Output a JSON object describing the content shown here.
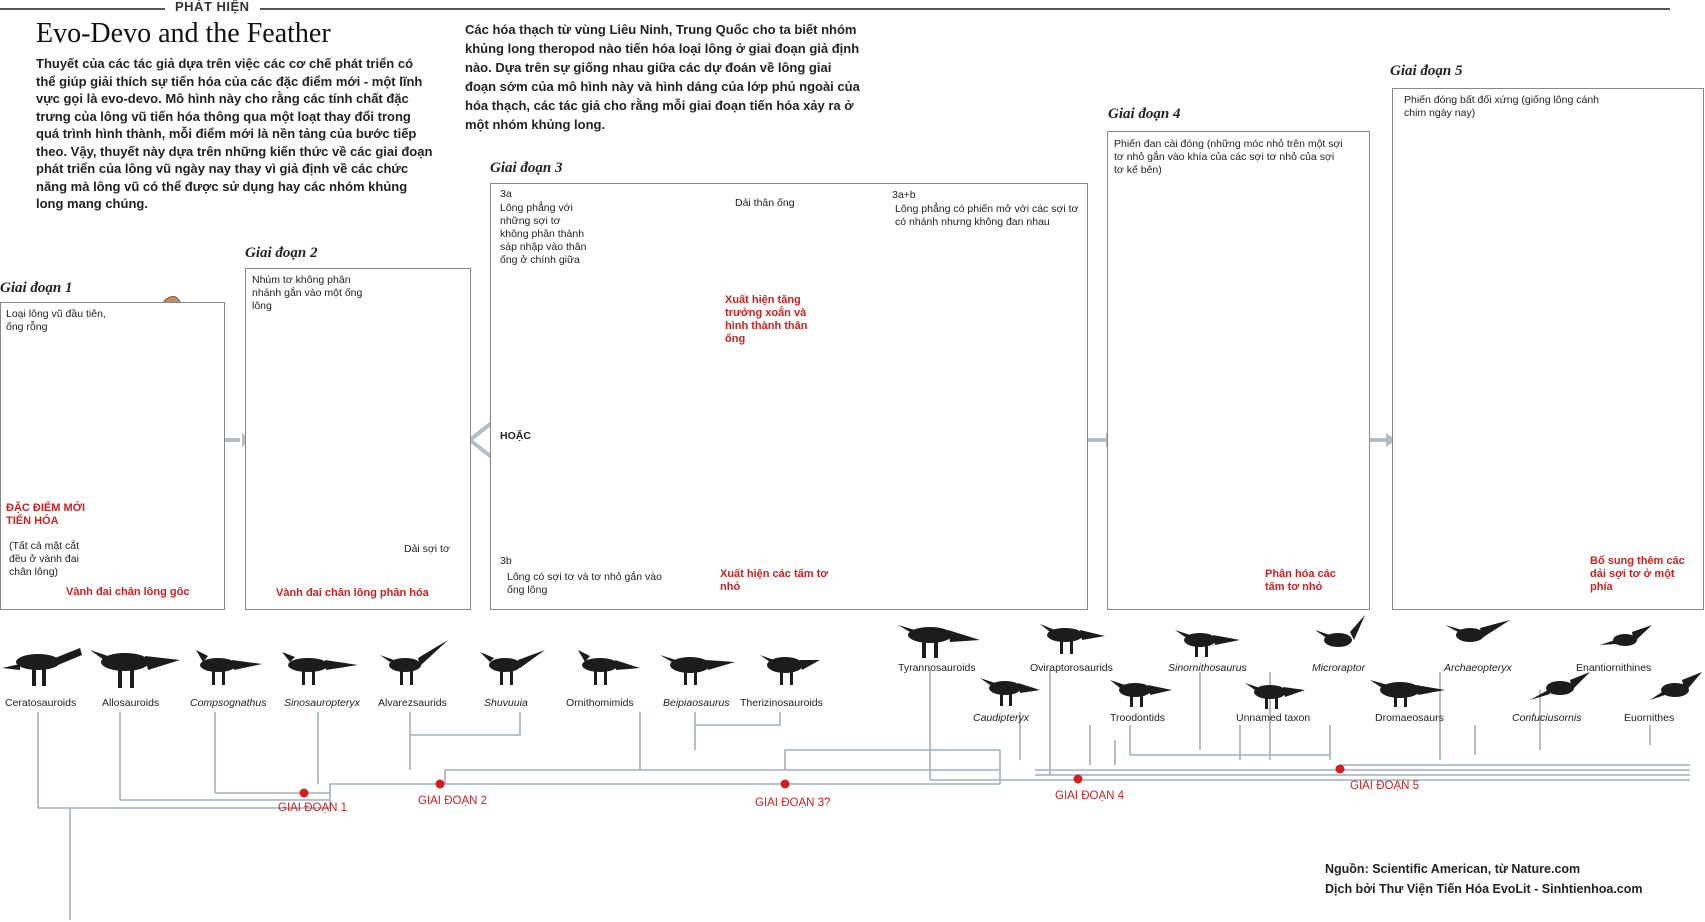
{
  "header": {
    "section": "PHÁT HIỆN",
    "title": "Evo-Devo and the Feather"
  },
  "intro_left": "Thuyết của các tác giả dựa trên việc các cơ chế phát triển có thể giúp giải thích sự tiến hóa của các đặc điểm mới - một lĩnh vực gọi là evo-devo. Mô hình này cho rằng các tính chất đặc trưng của lông vũ tiến hóa thông qua một loạt thay đổi trong quá trình hình thành, mỗi điểm mới là nền tảng của bước tiếp theo. Vậy, thuyết này dựa trên những kiến thức về các giai đoạn phát triển của lông vũ ngày nay thay vì giả định về các chức năng mà lông vũ có thể được sử dụng hay các nhóm khủng long mang chúng.",
  "intro_right": "Các hóa thạch từ vùng Liêu Ninh, Trung Quốc cho ta biết nhóm khủng long theropod nào tiến hóa loại lông ở giai đoạn giả định nào. Dựa trên sự giống nhau giữa các dự đoán về lông giai đoạn sớm của mô hình này và hình dáng của lớp phủ ngoài của hóa thạch, các tác giả cho rằng mỗi giai đoạn tiến hóa xảy ra ở một nhóm khủng long.",
  "stage1": {
    "title": "Giai đoạn",
    "num": "1",
    "desc": "Loại lông vũ đầu tiên, ống rỗng",
    "novelty": "ĐẶC ĐIỂM MỚI TIẾN HÓA",
    "note": "(Tất cả mặt cắt đều ở vành đai chân lông)",
    "bottom": "Vành đai chân lông gốc"
  },
  "stage2": {
    "title": "Giai đoạn",
    "num": "2",
    "desc": "Nhúm tơ không phân nhánh gắn vào một ống lông",
    "cross_label": "Dải sợi tơ",
    "bottom": "Vành đai chân lông phân hóa"
  },
  "stage3": {
    "title": "Giai đoạn",
    "num": "3",
    "a_label": "3a",
    "a_desc": "Lông phẳng với những sợi tơ không phân thành sáp nhập vào thân ống ở chính giữa",
    "a_cross_label": "Dải thân ống",
    "a_red": "Xuất hiện tăng trưởng xoắn và hình thành thân ống",
    "or": "HOẶC",
    "b_label": "3b",
    "b_desc": "Lông có sợi tơ và tơ nhỏ gắn vào ống lông",
    "b_red": "Xuất hiện các tấm tơ nhỏ",
    "ab_label": "3a+b",
    "ab_desc": "Lông phẳng có phiến mở với các sợi tơ có nhánh nhưng không đan nhau"
  },
  "stage4": {
    "title": "Giai đoạn",
    "num": "4",
    "desc": "Phiến đan cài đóng (những móc nhỏ trên một sợi tơ nhỏ gắn vào khía của các sợi tơ nhỏ của sợi tơ kế bên)",
    "red": "Phân hóa các tấm tơ nhỏ"
  },
  "stage5": {
    "title": "Giai đoạn",
    "num": "5",
    "desc": "Phiến đóng bất đối xứng (giống lông cánh chim ngày nay)",
    "red": "Bổ sung thêm các dải sợi tơ ở một phía"
  },
  "taxa": {
    "ceratosauroids": "Ceratosauroids",
    "allosauroids": "Allosauroids",
    "compsognathus": "Compsognathus",
    "sinosauropteryx": "Sinosauropteryx",
    "alvarezsaurids": "Alvarezsaurids",
    "shuvuuia": "Shuvuuia",
    "ornithomimids": "Ornithomimids",
    "beipiaosaurus": "Beipiaosaurus",
    "therizinosauroids": "Therizinosauroids",
    "tyrannosauroids": "Tyrannosauroids",
    "caudipteryx": "Caudipteryx",
    "oviraptorosaurids": "Oviraptorosaurids",
    "troodontids": "Troodontids",
    "sinornithosaurus": "Sinornithosaurus",
    "unnamed": "Unnamed taxon",
    "microraptor": "Microraptor",
    "dromaeosaurs": "Dromaeosaurs",
    "archaeopteryx": "Archaeopteryx",
    "confuciusornis": "Confuciusornis",
    "enantiornithines": "Enantiornithines",
    "euornithes": "Euornithes"
  },
  "tree_labels": {
    "g1": "GIAI ĐOẠN 1",
    "g2": "GIAI ĐOẠN 2",
    "g3": "GIAI ĐOẠN 3?",
    "g4": "GIAI ĐOẠN  4",
    "g5": "GIAI ĐOẠN  5"
  },
  "source": {
    "line1": "Nguồn: Scientific American, từ Nature.com",
    "line2": "Dịch bởi Thư Viện Tiến Hóa EvoLit - Sinhtienhoa.com"
  },
  "colors": {
    "accent_red": "#d11f1f",
    "stage1_orange": "#e8a24a",
    "stage3a_red": "#d9542c",
    "stage3b_gray": "#8fa0a6",
    "stage3ab_yellow": "#e3a82a",
    "stage4_green": "#6e9f5a",
    "stage5_blue": "#3f78b3",
    "tree_line": "#9fb0c0",
    "arrow_gray": "#b4bec6"
  }
}
